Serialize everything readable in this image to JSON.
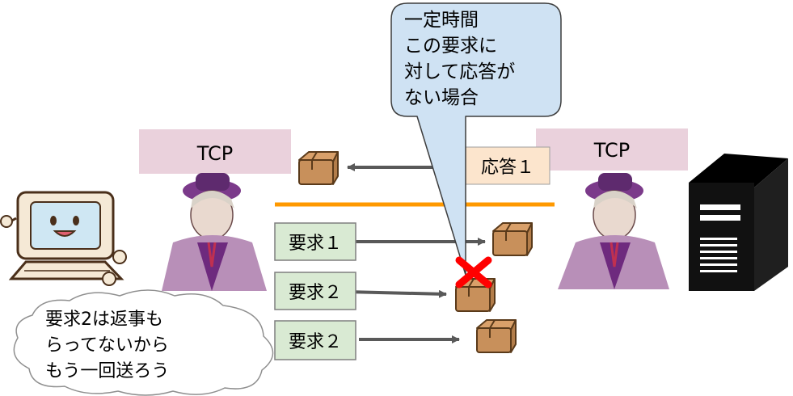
{
  "labels": {
    "tcp_left": "TCP",
    "tcp_right": "TCP",
    "response1": "応答１",
    "request1": "要求１",
    "request2": "要求２",
    "request2_resend": "要求２"
  },
  "callout": {
    "lines": [
      "一定時間",
      "この要求に",
      "対して応答が",
      "ない場合"
    ]
  },
  "thought_cloud": {
    "lines": [
      "要求2は返事も",
      "らってないから",
      "もう一回送ろう"
    ]
  },
  "colors": {
    "tcp_box": "#ead1dc",
    "request_box": "#d9ead3",
    "response_box": "#fce5cd",
    "callout_fill": "#cfe2f3",
    "divider": "#ff9900",
    "arrow": "#595959",
    "cross": "#ff0000",
    "package": "#c8905b",
    "server": "#1a1a1a"
  },
  "icons": {
    "client": "computer-mascot-icon",
    "server": "server-tower-icon",
    "character": "character-illustration",
    "package": "package-box-icon",
    "lost": "cross-mark-icon"
  }
}
